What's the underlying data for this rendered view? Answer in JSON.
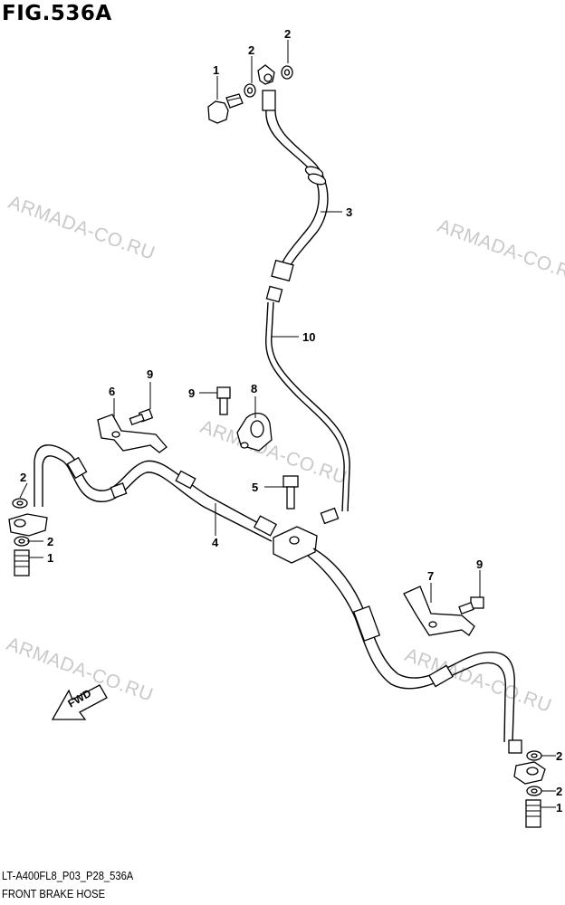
{
  "figure": {
    "title": "FIG.536A",
    "code": "LT-A400FL8_P03_P28_536A",
    "name": "FRONT BRAKE HOSE"
  },
  "watermark": "ARMADA-CO.RU",
  "fwd_label": "FWD",
  "callouts": {
    "c1_top": "1",
    "c2_top_a": "2",
    "c2_top_b": "2",
    "c3": "3",
    "c10": "10",
    "c9_a": "9",
    "c6": "6",
    "c9_b": "9",
    "c8": "8",
    "c5": "5",
    "c4": "4",
    "c2_left_a": "2",
    "c2_left_b": "2",
    "c1_left": "1",
    "c7": "7",
    "c9_c": "9",
    "c2_right_a": "2",
    "c2_right_b": "2",
    "c1_right": "1"
  }
}
